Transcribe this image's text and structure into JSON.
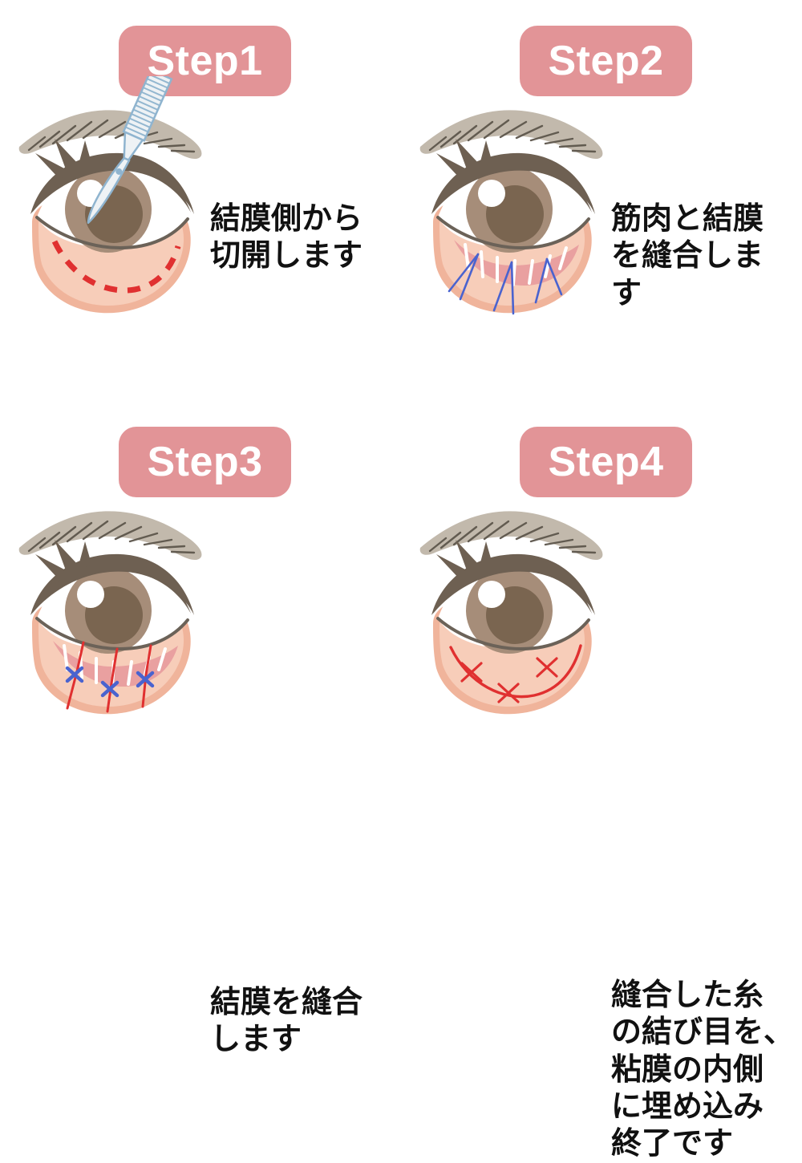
{
  "figure": {
    "title": "Transconjunctival lower blepharoplasty procedure steps",
    "background_color": "#ffffff",
    "step_count": 4
  },
  "palette": {
    "badge_pink": "#e29497",
    "badge_text": "#ffffff",
    "caption_text": "#111111",
    "skin_light": "#f7cdb9",
    "skin_mid": "#f0b49b",
    "skin_edge": "#e8a183",
    "eyelid_brown": "#6e6052",
    "iris_light": "#a68d79",
    "iris_dark": "#7a6550",
    "pupil": "#6b5742",
    "sclera": "#ffffff",
    "brow_fill": "#c2b9ac",
    "brow_hair": "#5d564c",
    "incision_red": "#e03030",
    "suture_blue": "#4a63cf",
    "suture_white": "#ffffff",
    "mucosa_pink": "#e9a0a0",
    "scalpel_body": "#eef2f5",
    "scalpel_edge": "#8fb4cf"
  },
  "steps": [
    {
      "id": "step1",
      "badge_label": "Step1",
      "caption": "結膜側から\n切開します",
      "caption_translation": "Incise from the conjunctival side",
      "illustration": {
        "name": "eye-with-scalpel",
        "has_scalpel": true,
        "has_dashed_incision": true,
        "incision_color": "#e03030",
        "incision_style": "dashed",
        "sutures": "none"
      }
    },
    {
      "id": "step2",
      "badge_label": "Step2",
      "caption": "筋肉と結膜\nを縫合しま\nす",
      "caption_translation": "Suture the muscle and conjunctiva",
      "illustration": {
        "name": "eye-with-blue-sutures",
        "has_scalpel": false,
        "has_dashed_incision": false,
        "exposed_mucosa": true,
        "suture_color": "#4a63cf",
        "suture_thread_count": 3,
        "sutures": "blue-threads"
      }
    },
    {
      "id": "step3",
      "badge_label": "Step3",
      "caption": "結膜を縫合\nします",
      "caption_translation": "Suture the conjunctiva",
      "illustration": {
        "name": "eye-with-knotted-sutures",
        "has_scalpel": false,
        "exposed_mucosa": true,
        "knot_count": 3,
        "knot_color": "#4a63cf",
        "thread_color": "#e03030",
        "sutures": "blue-knots-red-threads"
      }
    },
    {
      "id": "step4",
      "badge_label": "Step4",
      "caption": "縫合した糸\nの結び目を、\n粘膜の内側\nに埋め込み\n終了です",
      "caption_translation": "The suture knots are buried inside the mucosa, completing the procedure",
      "illustration": {
        "name": "eye-closed-suture-line",
        "has_scalpel": false,
        "exposed_mucosa": false,
        "knot_count": 3,
        "suture_line_color": "#e03030",
        "sutures": "red-closed-line"
      }
    }
  ]
}
